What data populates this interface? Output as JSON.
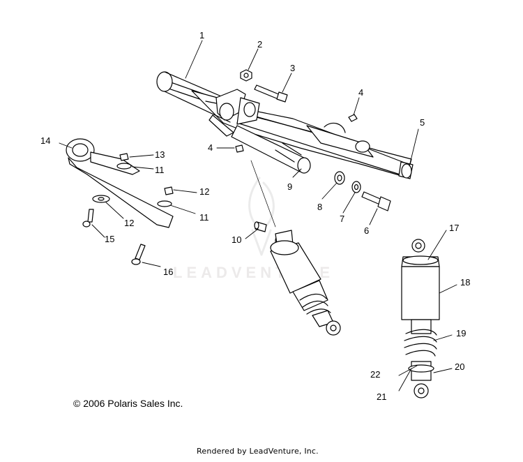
{
  "callouts": {
    "c1": "1",
    "c2": "2",
    "c3": "3",
    "c4a": "4",
    "c4b": "4",
    "c5": "5",
    "c6": "6",
    "c7": "7",
    "c8": "8",
    "c9": "9",
    "c10": "10",
    "c11a": "11",
    "c11b": "11",
    "c12a": "12",
    "c12b": "12",
    "c13": "13",
    "c14": "14",
    "c15": "15",
    "c16": "16",
    "c17": "17",
    "c18": "18",
    "c19": "19",
    "c20": "20",
    "c21": "21",
    "c22": "22"
  },
  "copyright": "© 2006 Polaris Sales Inc.",
  "rendered_by": "Rendered by LeadVenture, Inc.",
  "watermark": "LEADVENTURE",
  "colors": {
    "line": "#000000",
    "part_fill": "#ffffff",
    "watermark": "#eceaea"
  }
}
